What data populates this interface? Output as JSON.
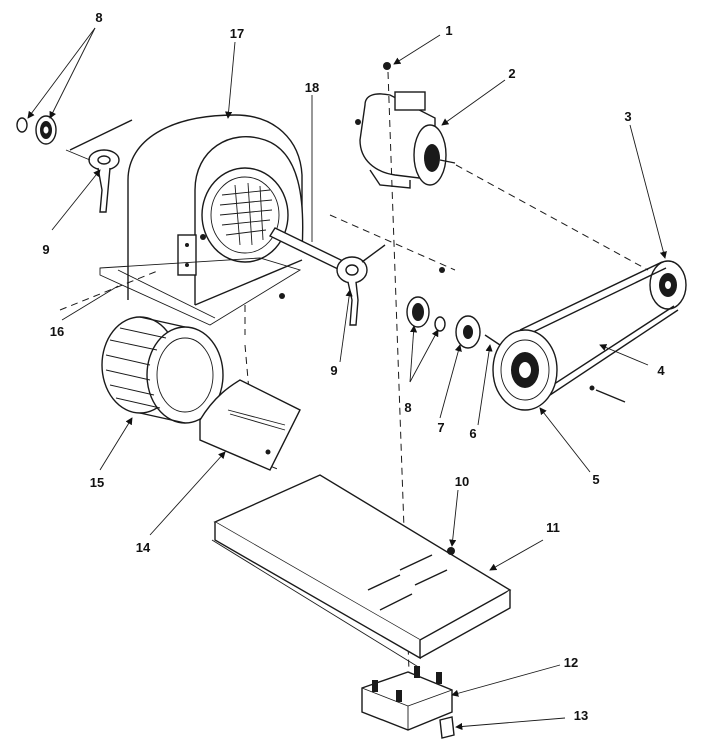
{
  "callouts": [
    "1",
    "2",
    "3",
    "4",
    "5",
    "6",
    "7",
    "8",
    "8",
    "9",
    "9",
    "10",
    "11",
    "12",
    "13",
    "14",
    "15",
    "16",
    "17",
    "18"
  ]
}
